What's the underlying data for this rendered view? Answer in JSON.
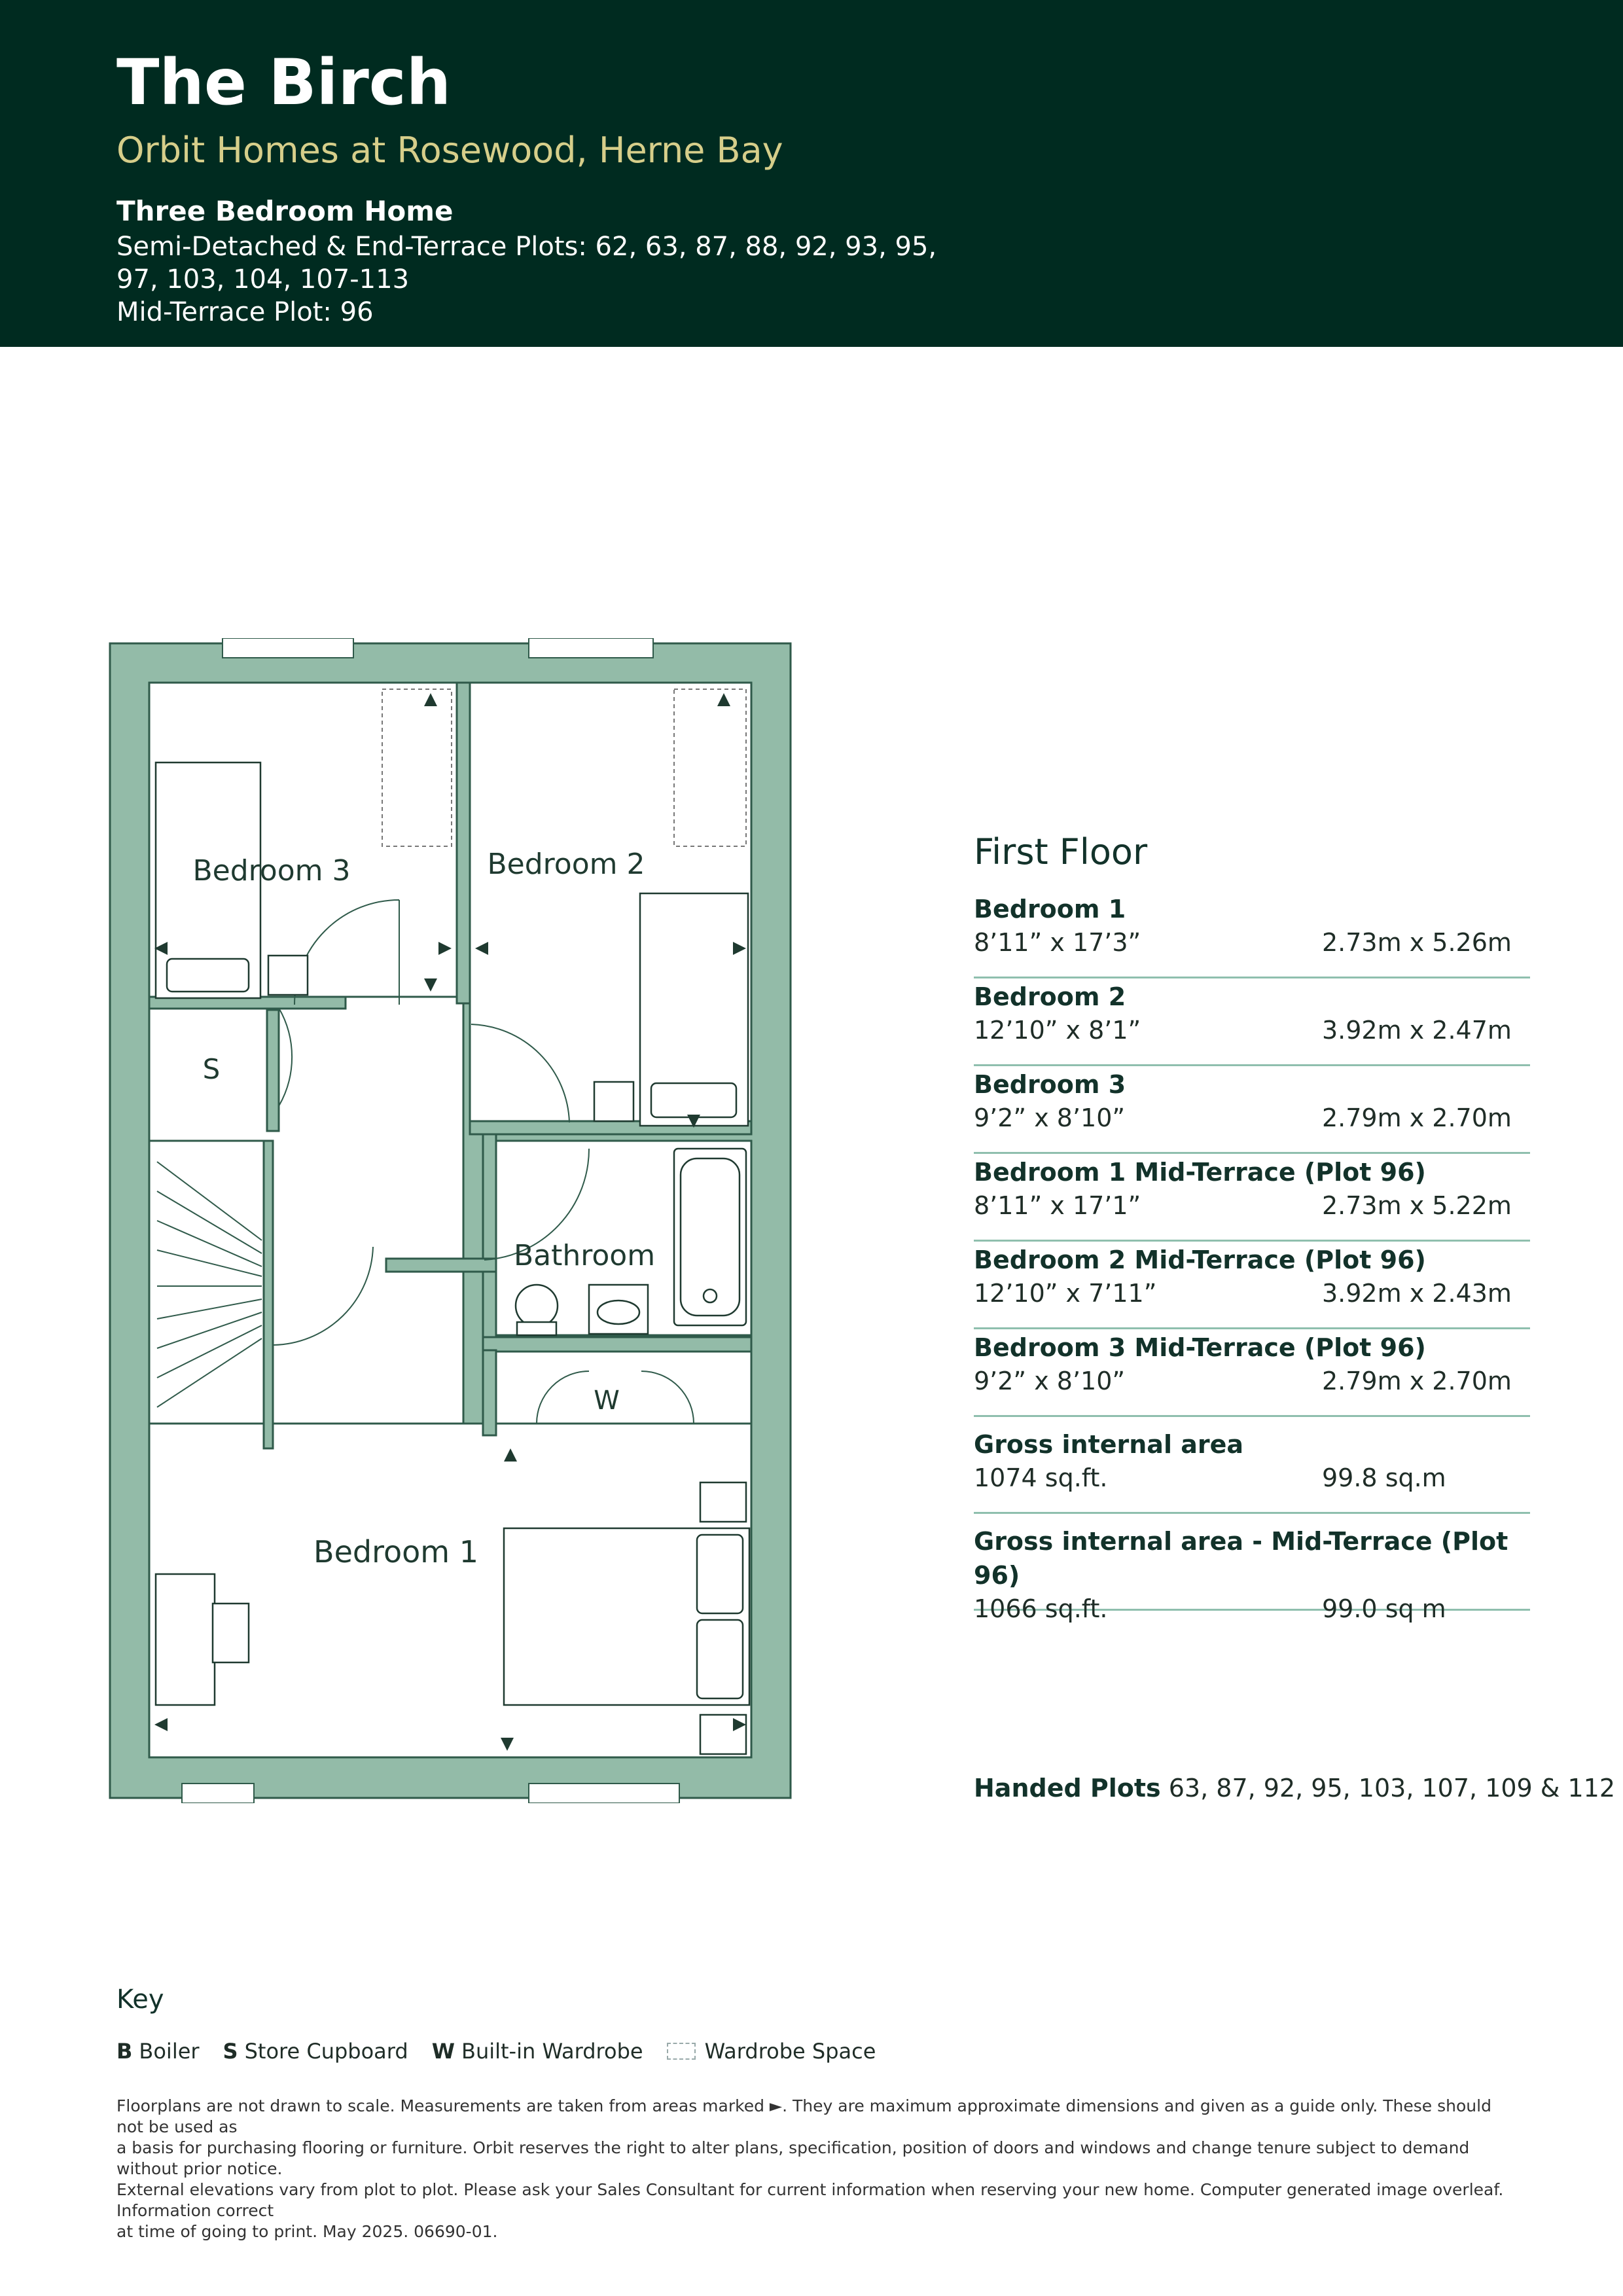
{
  "header": {
    "title": "The Birch",
    "subtitle": "Orbit Homes at Rosewood, Herne Bay",
    "home_type": "Three Bedroom Home",
    "plots_line1": "Semi-Detached & End-Terrace Plots: 62, 63, 87, 88, 92, 93, 95,",
    "plots_line2": "97, 103, 104, 107-113",
    "plots_line3": "Mid-Terrace Plot: 96"
  },
  "floorplan": {
    "rooms": {
      "bedroom3": "Bedroom 3",
      "bedroom2": "Bedroom 2",
      "store": "S",
      "bathroom": "Bathroom",
      "wardrobe": "W",
      "bedroom1": "Bedroom 1"
    },
    "colors": {
      "wall": "#93bba8",
      "wall_outline": "#2f5a4a",
      "fixture": "#1f3a30"
    }
  },
  "specs": {
    "title": "First Floor",
    "rooms": [
      {
        "name": "Bedroom 1",
        "imperial": "8’11” x 17’3”",
        "metric": "2.73m x 5.26m"
      },
      {
        "name": "Bedroom 2",
        "imperial": "12’10” x 8’1”",
        "metric": "3.92m x 2.47m"
      },
      {
        "name": "Bedroom 3",
        "imperial": "9’2” x 8’10”",
        "metric": "2.79m x 2.70m"
      },
      {
        "name": "Bedroom 1 Mid-Terrace (Plot 96)",
        "imperial": "8’11” x 17’1”",
        "metric": "2.73m x 5.22m"
      },
      {
        "name": "Bedroom 2 Mid-Terrace (Plot 96)",
        "imperial": "12’10” x 7’11”",
        "metric": "3.92m x 2.43m"
      },
      {
        "name": "Bedroom 3 Mid-Terrace (Plot 96)",
        "imperial": "9’2” x 8’10”",
        "metric": "2.79m x 2.70m"
      }
    ],
    "areas": [
      {
        "name": "Gross internal area",
        "imperial": "1074 sq.ft.",
        "metric": "99.8 sq.m"
      },
      {
        "name": "Gross internal area - Mid-Terrace (Plot 96)",
        "imperial": "1066 sq.ft.",
        "metric": "99.0 sq m"
      }
    ]
  },
  "handed": {
    "label": "Handed Plots",
    "plots": " 63, 87, 92, 95, 103, 107, 109 & 112"
  },
  "key": {
    "title": "Key",
    "items": [
      {
        "letter": "B",
        "text": "Boiler"
      },
      {
        "letter": "S",
        "text": "Store Cupboard"
      },
      {
        "letter": "W",
        "text": "Built-in Wardrobe"
      }
    ],
    "wardrobe_space": "Wardrobe Space"
  },
  "disclaimer": {
    "line1": "Floorplans are not drawn to scale. Measurements are taken from areas marked ►. They are maximum approximate dimensions and given as a guide only. These should not be used as",
    "line2": "a basis for purchasing flooring or furniture. Orbit reserves the right to alter plans, specification, position of doors and windows and change tenure subject to demand without prior notice.",
    "line3": "External elevations vary from plot to plot. Please ask your Sales Consultant for current information when reserving your new home. Computer generated image overleaf. Information correct",
    "line4": "at time of going to print. May 2025. 06690-01."
  }
}
